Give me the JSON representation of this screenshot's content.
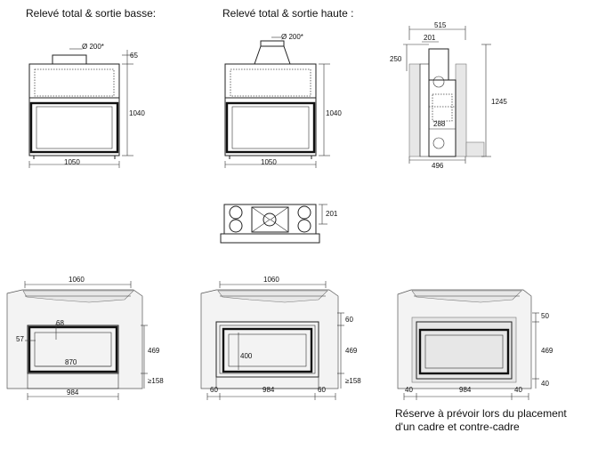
{
  "captions": {
    "low_outlet": "Relevé total & sortie basse:",
    "high_outlet": "Relevé total & sortie haute :"
  },
  "diagram_low": {
    "diameter": "Ø 200*",
    "width": "1050",
    "height": "1040",
    "top": "65"
  },
  "diagram_high": {
    "diameter": "Ø 200*",
    "width": "1050",
    "height": "1040"
  },
  "diagram_side": {
    "top_width": "515",
    "collar": "201",
    "top_height": "250",
    "inner": "288",
    "base": "496",
    "total_height": "1245"
  },
  "diagram_plan": {
    "depth": "201"
  },
  "install_1": {
    "top_width": "1060",
    "offset_top": "68",
    "offset_left": "57",
    "inner_width": "870",
    "height": "469",
    "base": "≥158",
    "width": "984"
  },
  "install_2": {
    "top_width": "1060",
    "top": "60",
    "inner_height": "400",
    "height": "469",
    "base": "≥158",
    "left": "60",
    "width": "984",
    "right": "60"
  },
  "install_3": {
    "top": "50",
    "height": "469",
    "bottom": "40",
    "left": "40",
    "width": "984",
    "right": "40"
  },
  "note": {
    "line1": "Réserve à prévoir lors du placement",
    "line2": "d'un cadre et contre-cadre"
  }
}
